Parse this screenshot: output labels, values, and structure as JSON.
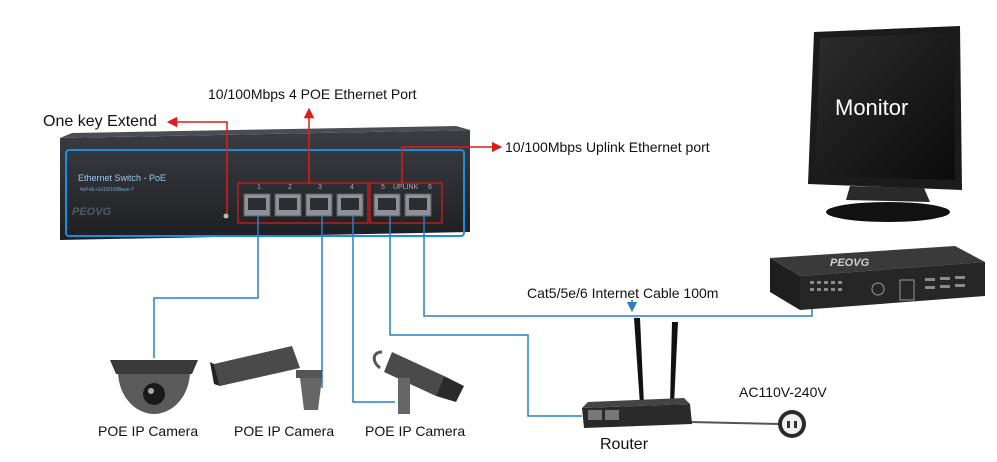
{
  "labels": {
    "poe_port": "10/100Mbps 4 POE Ethernet Port",
    "extend": "One key Extend",
    "uplink": "10/100Mbps Uplink Ethernet port",
    "cable": "Cat5/5e/6 Internet Cable 100m",
    "power": "AC110V-240V",
    "router": "Router",
    "camera1": "POE IP Camera",
    "camera2": "POE IP Camera",
    "camera3": "POE IP Camera"
  },
  "switch": {
    "title": "Ethernet Switch - PoE",
    "subtitle": "4xPoE+1x10/100Base-T",
    "brand": "PEOVG",
    "ports": [
      "1",
      "2",
      "3",
      "4",
      "5",
      "6"
    ],
    "uplink_tag": "UPLINK"
  },
  "monitor": {
    "label": "Monitor"
  },
  "nvr": {
    "brand": "PEOVG"
  },
  "colors": {
    "arrow": "#e11b1b",
    "cable": "#2a7fc6",
    "panel": "#25272b",
    "accent": "#1b8fd8"
  }
}
